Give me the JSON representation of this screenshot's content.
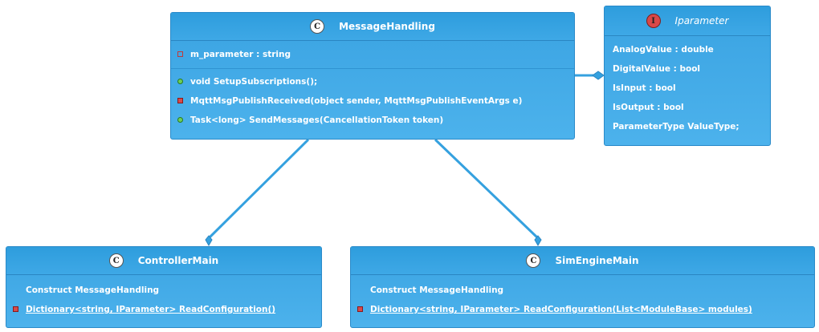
{
  "classes": {
    "message_handling": {
      "name": "MessageHandling",
      "badge": "C",
      "fields": [
        {
          "text": "m_parameter : string",
          "visibility": "private-outline"
        }
      ],
      "methods": [
        {
          "text": "void SetupSubscriptions();",
          "visibility": "public"
        },
        {
          "text": "MqttMsgPublishReceived(object sender, MqttMsgPublishEventArgs e)",
          "visibility": "private"
        },
        {
          "text": "Task<long> SendMessages(CancellationToken token)",
          "visibility": "public"
        }
      ]
    },
    "iparameter": {
      "name": "Iparameter",
      "badge": "I",
      "fields": [
        {
          "text": "AnalogValue : double"
        },
        {
          "text": "DigitalValue : bool"
        },
        {
          "text": "IsInput : bool"
        },
        {
          "text": "IsOutput : bool"
        },
        {
          "text": "ParameterType ValueType;"
        }
      ]
    },
    "controller_main": {
      "name": "ControllerMain",
      "badge": "C",
      "members": [
        {
          "text": "Construct MessageHandling"
        },
        {
          "text": "Dictionary<string, IParameter> ReadConfiguration()",
          "visibility": "private",
          "underline": true
        }
      ]
    },
    "sim_engine_main": {
      "name": "SimEngineMain",
      "badge": "C",
      "members": [
        {
          "text": "Construct MessageHandling"
        },
        {
          "text": "Dictionary<string, IParameter> ReadConfiguration(List<ModuleBase> modules)",
          "visibility": "private",
          "underline": true
        }
      ]
    }
  },
  "relations": [
    {
      "from": "message_handling",
      "to": "iparameter",
      "type": "composition"
    },
    {
      "from": "message_handling",
      "to": "controller_main",
      "type": "composition"
    },
    {
      "from": "message_handling",
      "to": "sim_engine_main",
      "type": "composition"
    }
  ],
  "colors": {
    "class_fill": "#3ea8e6",
    "edge": "#35a1df",
    "private_marker": "#d84a4a",
    "public_marker": "#6ccf58",
    "interface_badge": "#d94848"
  }
}
